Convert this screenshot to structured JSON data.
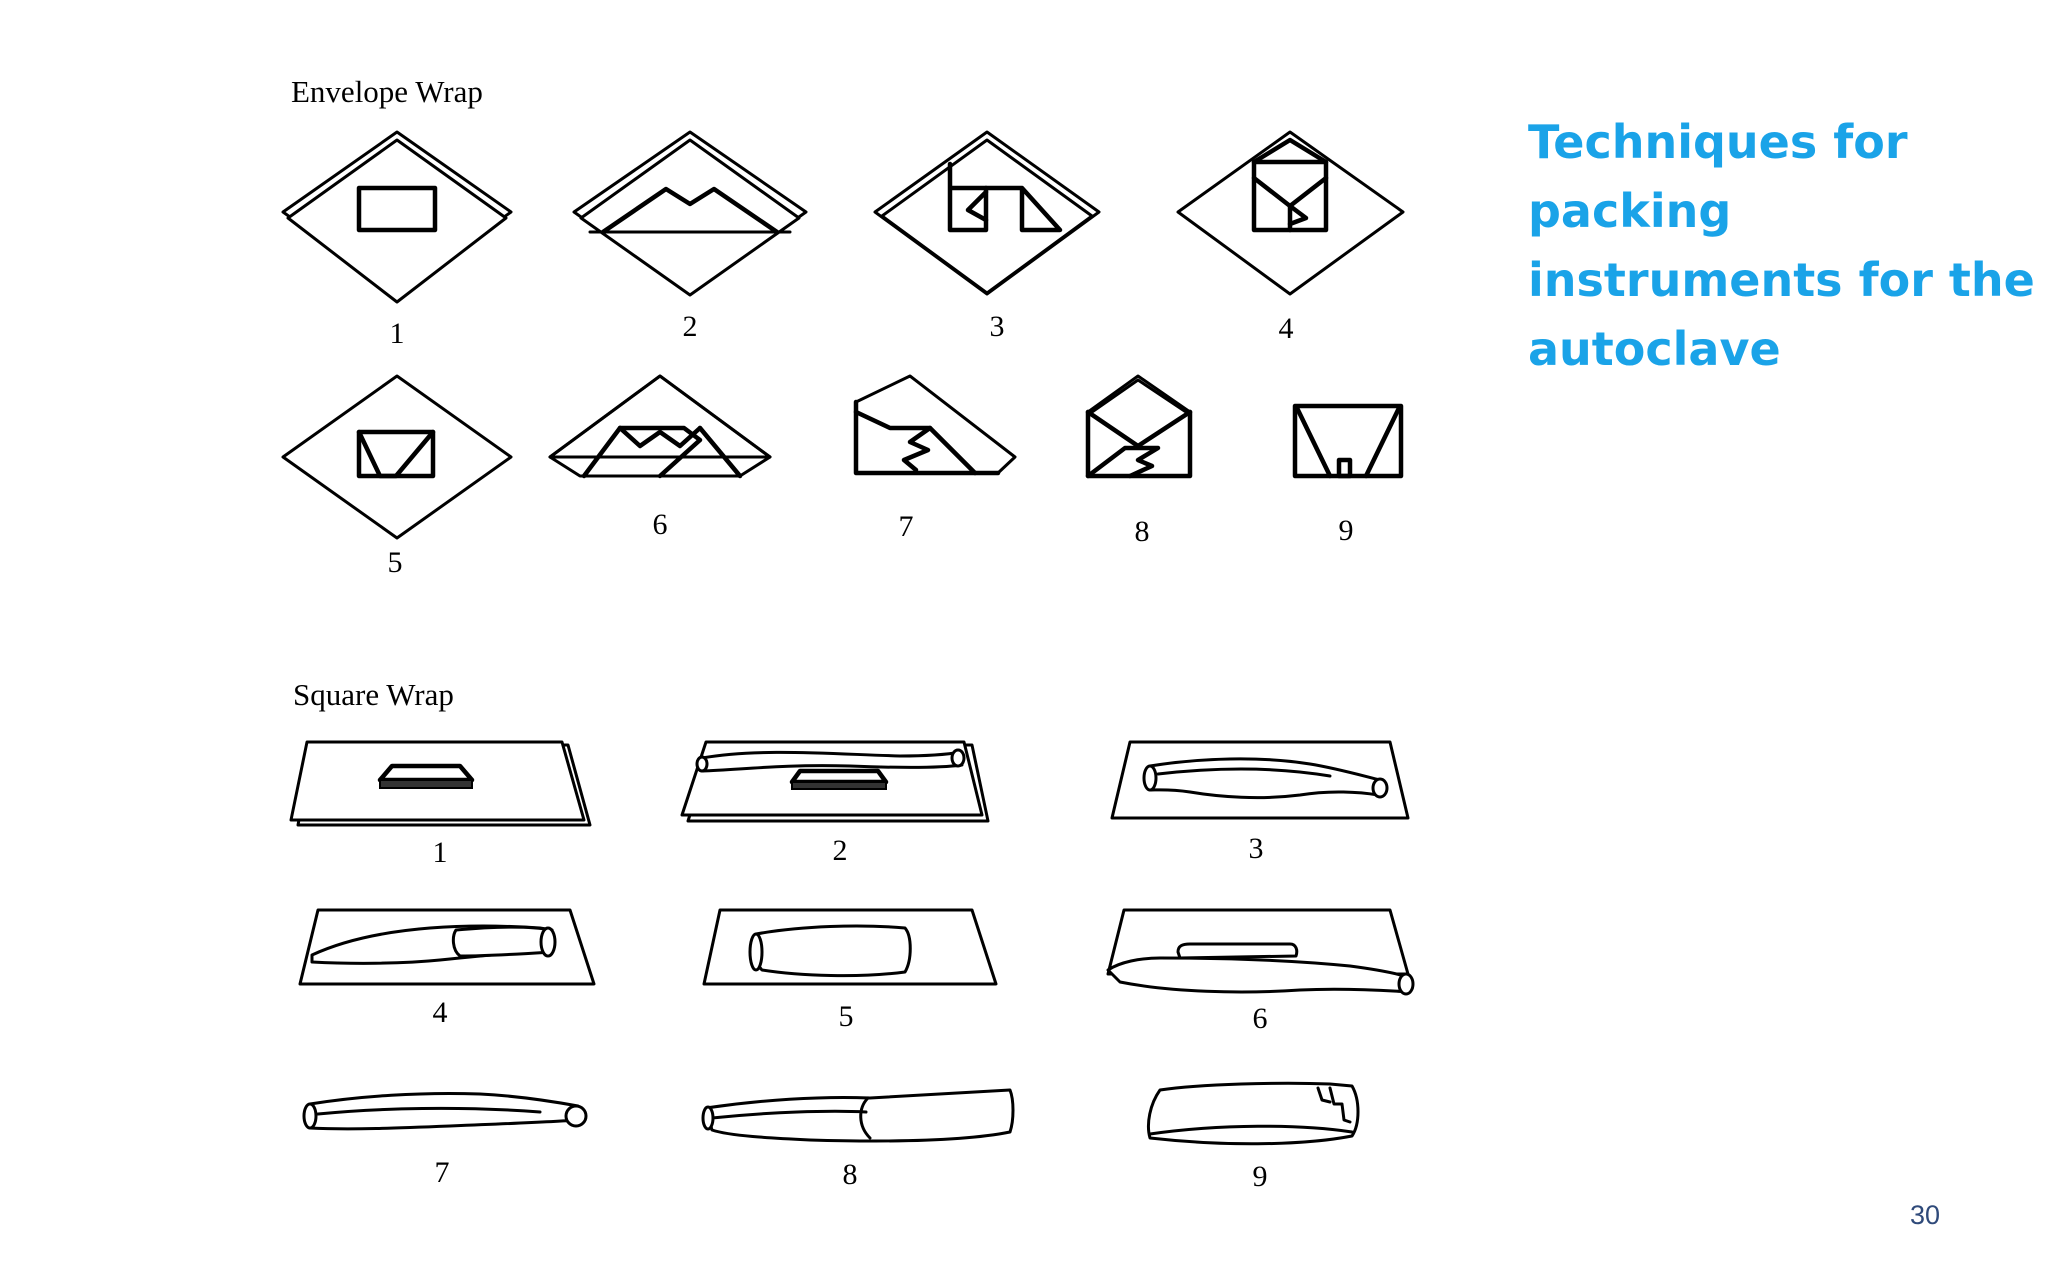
{
  "slide": {
    "title_lines": [
      "Techniques for",
      "packing",
      "instruments for the",
      "autoclave"
    ],
    "page_number": "30"
  },
  "envelope_wrap": {
    "heading": "Envelope Wrap",
    "steps": [
      "1",
      "2",
      "3",
      "4",
      "5",
      "6",
      "7",
      "8",
      "9"
    ]
  },
  "square_wrap": {
    "heading": "Square Wrap",
    "steps": [
      "1",
      "2",
      "3",
      "4",
      "5",
      "6",
      "7",
      "8",
      "9"
    ]
  }
}
